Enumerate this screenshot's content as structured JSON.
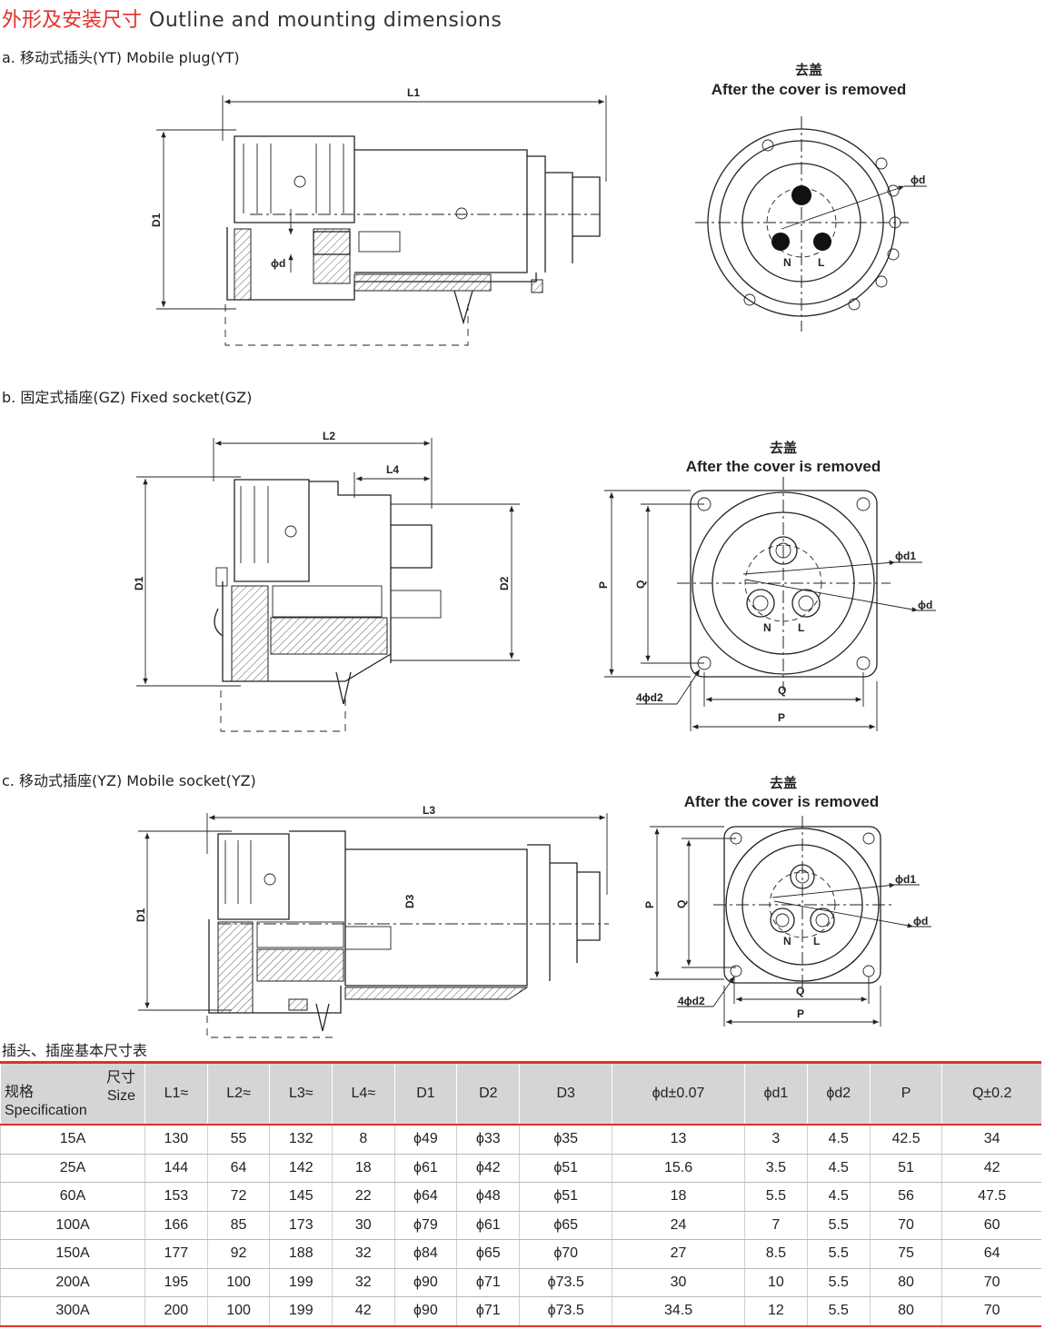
{
  "title": {
    "cn": "外形及安装尺寸",
    "en": "Outline and mounting dimensions"
  },
  "sections": {
    "a": "a. 移动式插头(YT)  Mobile plug(YT)",
    "b": "b. 固定式插座(GZ)  Fixed socket(GZ)",
    "c": "c. 移动式插座(YZ)  Mobile socket(YZ)"
  },
  "cover": {
    "cn": "去盖",
    "en": "After the cover is removed"
  },
  "labels": {
    "L1": "L1",
    "L2": "L2",
    "L3": "L3",
    "L4": "L4",
    "D1": "D1",
    "D2": "D2",
    "D3": "D3",
    "phi_d": "ϕd",
    "phi_d1": "ϕd1",
    "four_phi_d2": "4ϕd2",
    "N": "N",
    "L": "L",
    "P": "P",
    "Q": "Q"
  },
  "table": {
    "title": "插头、插座基本尺寸表",
    "corner": {
      "cn_top": "尺寸",
      "en_top": "Size",
      "cn_bottom": "规格",
      "en_bottom": "Specification"
    },
    "headers": [
      "L1≈",
      "L2≈",
      "L3≈",
      "L4≈",
      "D1",
      "D2",
      "D3",
      "ϕd±0.07",
      "ϕd1",
      "ϕd2",
      "P",
      "Q±0.2"
    ],
    "rows": [
      [
        "15A",
        "130",
        "55",
        "132",
        "8",
        "ϕ49",
        "ϕ33",
        "ϕ35",
        "13",
        "3",
        "4.5",
        "42.5",
        "34"
      ],
      [
        "25A",
        "144",
        "64",
        "142",
        "18",
        "ϕ61",
        "ϕ42",
        "ϕ51",
        "15.6",
        "3.5",
        "4.5",
        "51",
        "42"
      ],
      [
        "60A",
        "153",
        "72",
        "145",
        "22",
        "ϕ64",
        "ϕ48",
        "ϕ51",
        "18",
        "5.5",
        "4.5",
        "56",
        "47.5"
      ],
      [
        "100A",
        "166",
        "85",
        "173",
        "30",
        "ϕ79",
        "ϕ61",
        "ϕ65",
        "24",
        "7",
        "5.5",
        "70",
        "60"
      ],
      [
        "150A",
        "177",
        "92",
        "188",
        "32",
        "ϕ84",
        "ϕ65",
        "ϕ70",
        "27",
        "8.5",
        "5.5",
        "75",
        "64"
      ],
      [
        "200A",
        "195",
        "100",
        "199",
        "32",
        "ϕ90",
        "ϕ71",
        "ϕ73.5",
        "30",
        "10",
        "5.5",
        "80",
        "70"
      ],
      [
        "300A",
        "200",
        "100",
        "199",
        "42",
        "ϕ90",
        "ϕ71",
        "ϕ73.5",
        "34.5",
        "12",
        "5.5",
        "80",
        "70"
      ]
    ]
  },
  "colors": {
    "accent": "#e0312c",
    "header_bg": "#d4d5d6"
  }
}
